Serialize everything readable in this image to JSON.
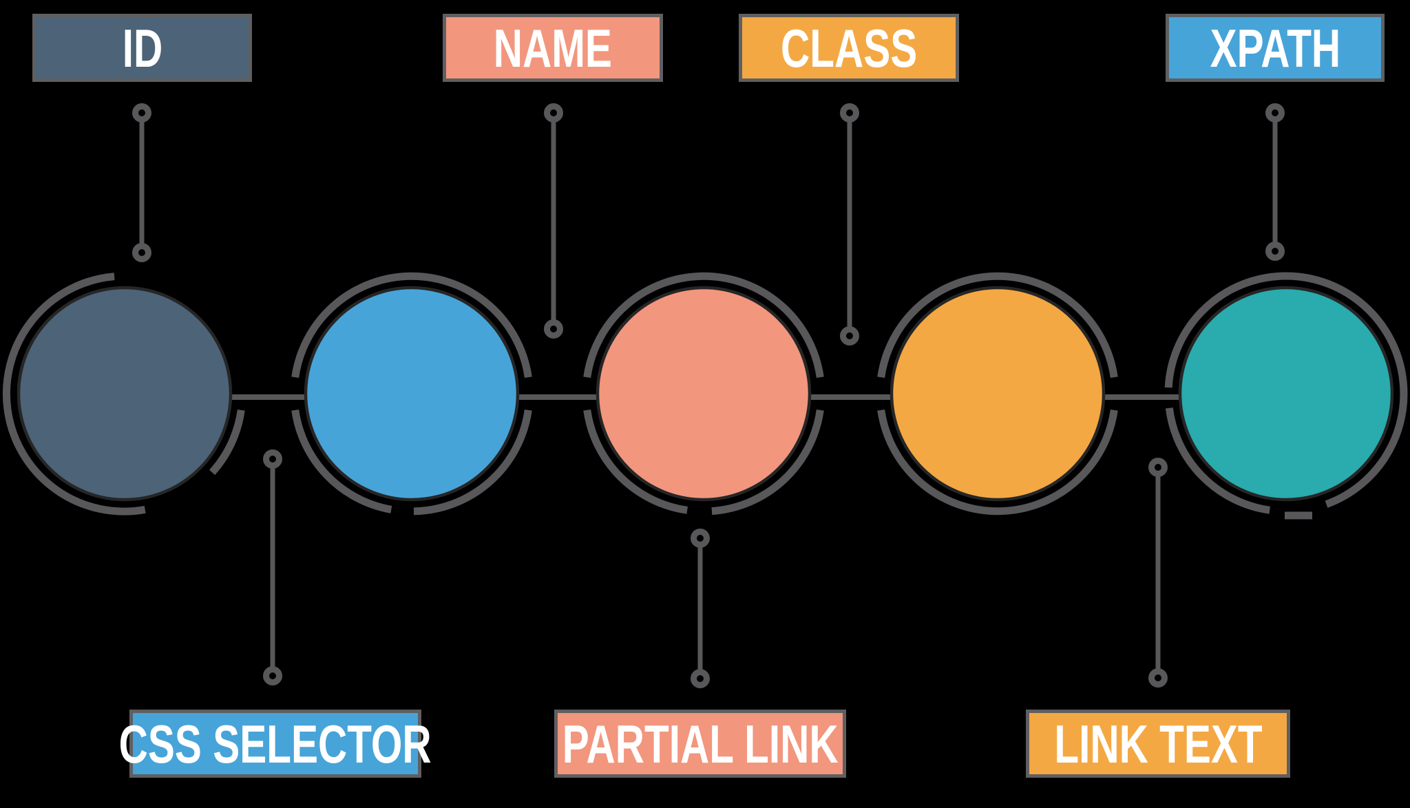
{
  "colors": {
    "background": "#000000",
    "slate": "#4c6378",
    "blue": "#47a4d9",
    "salmon": "#f2967e",
    "orange": "#f4a843",
    "teal": "#2aabae",
    "line_gray": "#58585a",
    "box_border": "#5f5f61",
    "circle_outline": "#262626",
    "label_text": "#ffffff"
  },
  "top_labels": [
    {
      "text": "ID",
      "color": "slate"
    },
    {
      "text": "NAME",
      "color": "salmon"
    },
    {
      "text": "CLASS",
      "color": "orange"
    },
    {
      "text": "XPATH",
      "color": "blue"
    }
  ],
  "bottom_labels": [
    {
      "text": "CSS SELECTOR",
      "color": "blue"
    },
    {
      "text": "PARTIAL LINK",
      "color": "salmon"
    },
    {
      "text": "LINK TEXT",
      "color": "orange"
    }
  ],
  "circles": [
    {
      "color": "slate"
    },
    {
      "color": "blue"
    },
    {
      "color": "salmon"
    },
    {
      "color": "orange"
    },
    {
      "color": "teal"
    }
  ]
}
